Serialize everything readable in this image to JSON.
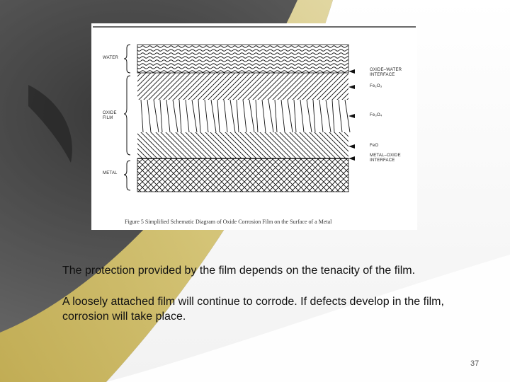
{
  "figure": {
    "layers": {
      "water": "WATER",
      "oxide_film": "OXIDE\nFILM",
      "metal": "METAL"
    },
    "interfaces": {
      "oxide_water": "OXIDE–WATER\nINTERFACE",
      "fe2o3": "Fe₂O₃",
      "fe3o4": "Fe₃O₄",
      "feo": "FeO",
      "metal_oxide": "METAL–OXIDE\nINTERFACE"
    },
    "caption": "Figure 5   Simplified Schematic Diagram of Oxide Corrosion Film on the Surface of a Metal"
  },
  "body": {
    "paragraph_1": "The protection provided by the film depends on the tenacity of the film.",
    "paragraph_2": "A loosely attached film will continue to corrode.  If defects develop in the film, corrosion will take place."
  },
  "slide_number": "37",
  "colors": {
    "accent_band": "#d8c060",
    "dark_corner": "#3a3a3a",
    "text": "#111111"
  }
}
